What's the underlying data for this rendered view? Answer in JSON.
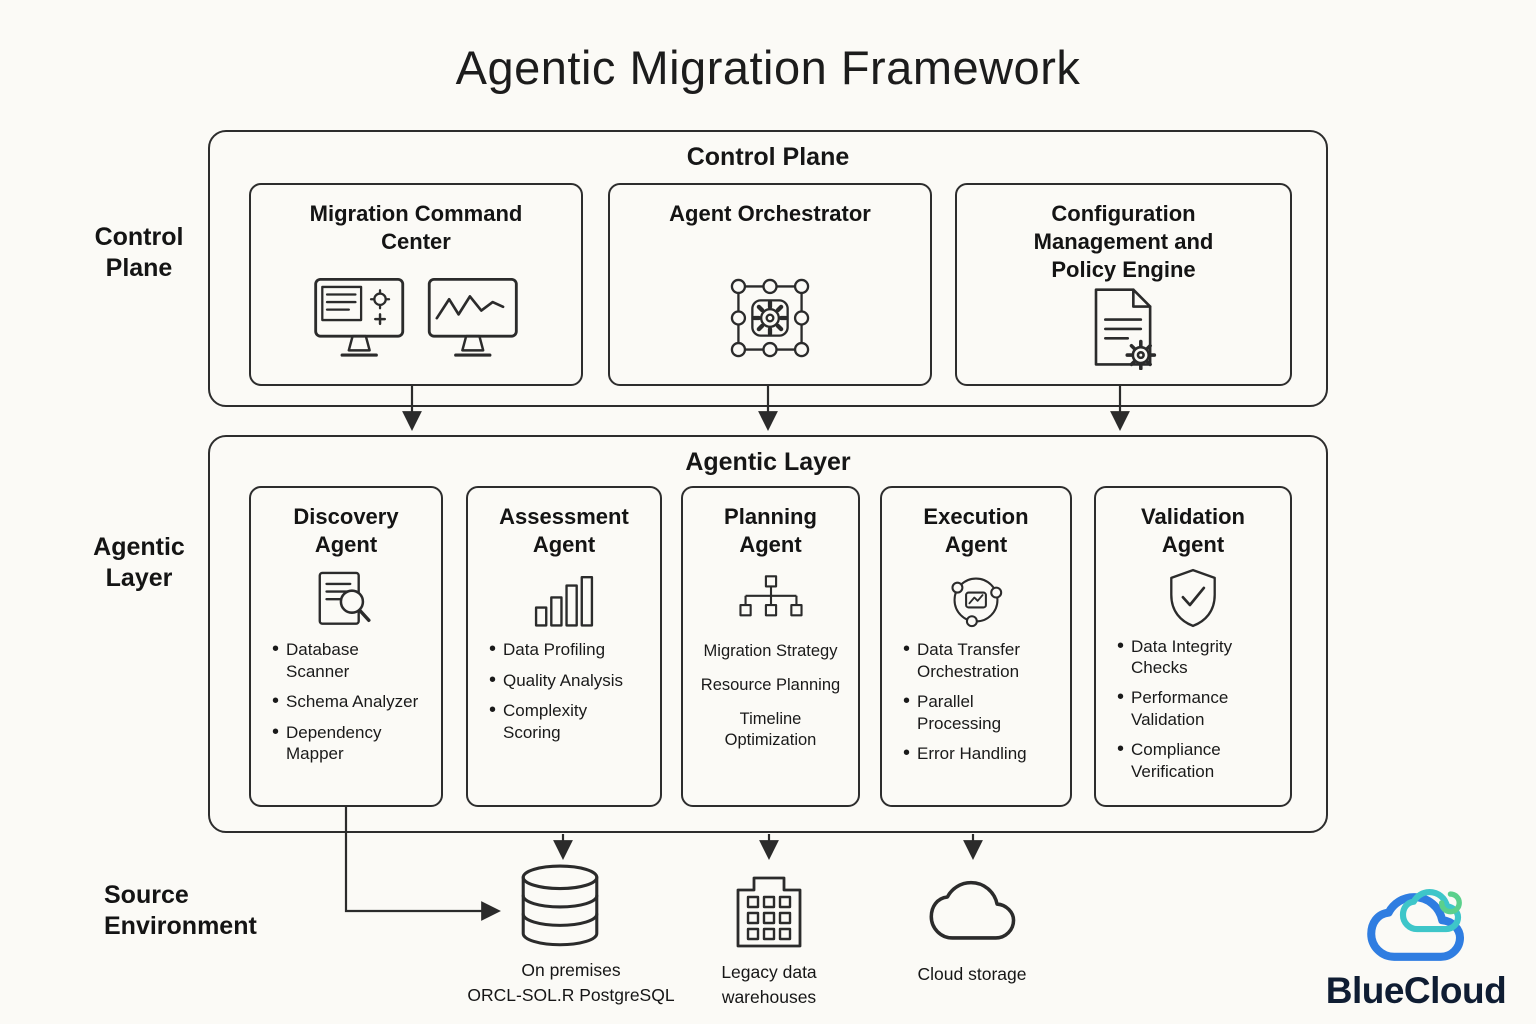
{
  "title": "Agentic Migration Framework",
  "side_labels": {
    "control_plane": "Control Plane",
    "agentic_layer": "Agentic Layer",
    "source_environment": "Source Environment"
  },
  "control_plane": {
    "header": "Control Plane",
    "cards": [
      {
        "title": "Migration Command Center",
        "icon": "command-center-monitors-icon"
      },
      {
        "title": "Agent Orchestrator",
        "icon": "agent-orchestrator-icon"
      },
      {
        "title": "Configuration Management and Policy Engine",
        "icon": "policy-document-gear-icon"
      }
    ]
  },
  "agentic_layer": {
    "header": "Agentic Layer",
    "agents": [
      {
        "title": "Discovery Agent",
        "icon": "document-search-icon",
        "items": [
          "Database Scanner",
          "Schema Analyzer",
          "Dependency Mapper"
        ]
      },
      {
        "title": "Assessment Agent",
        "icon": "bar-chart-icon",
        "items": [
          "Data Profiling",
          "Quality Analysis",
          "Complexity Scoring"
        ]
      },
      {
        "title": "Planning Agent",
        "icon": "hierarchy-icon",
        "items": [
          "Migration Strategy",
          "Resource Planning",
          "Timeline Optimization"
        ]
      },
      {
        "title": "Execution Agent",
        "icon": "orchestration-cycle-icon",
        "items": [
          "Data Transfer Orchestration",
          "Parallel Processing",
          "Error Handling"
        ]
      },
      {
        "title": "Validation Agent",
        "icon": "shield-check-icon",
        "items": [
          "Data Integrity Checks",
          "Performance Validation",
          "Compliance Verification"
        ]
      }
    ]
  },
  "source_environment": {
    "items": [
      {
        "icon": "database-icon",
        "line1": "On premises",
        "line2": "ORCL-SOL.R PostgreSQL"
      },
      {
        "icon": "warehouse-building-icon",
        "line1": "Legacy data",
        "line2": "warehouses"
      },
      {
        "icon": "cloud-icon",
        "line1": "Cloud storage",
        "line2": ""
      }
    ]
  },
  "logo": {
    "text": "BlueCloud",
    "colors": {
      "blue": "#2f7de1",
      "teal": "#3ec6c9",
      "green": "#5bd08c",
      "text": "#0f1d33"
    }
  },
  "diagram_colors": {
    "stroke": "#2b2b2b",
    "background": "#fbfaf6"
  }
}
